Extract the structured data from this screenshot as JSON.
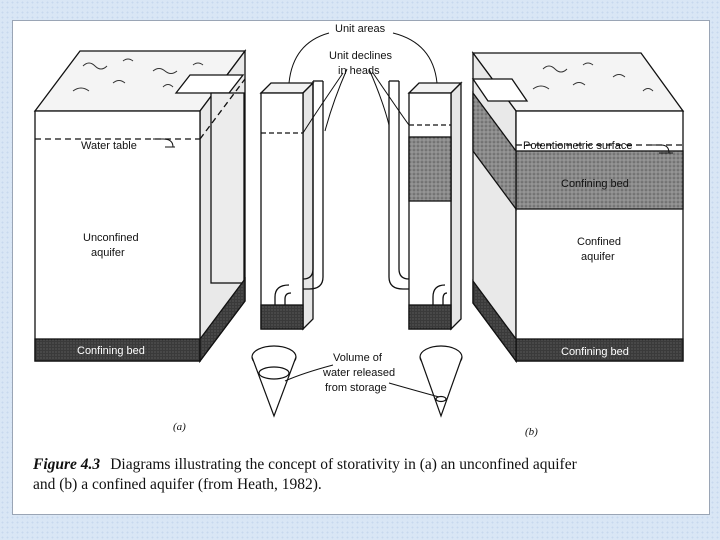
{
  "labels": {
    "unit_areas": "Unit areas",
    "unit_declines_1": "Unit declines",
    "unit_declines_2": "in heads",
    "water_table": "Water table",
    "unconfined_1": "Unconfined",
    "unconfined_2": "aquifer",
    "confining_bed_a": "Confining bed",
    "volume_1": "Volume of",
    "volume_2": "water released",
    "volume_3": "from storage",
    "potentiometric": "Potentiometric surface",
    "confining_bed_top": "Confining bed",
    "confined_1": "Confined",
    "confined_2": "aquifer",
    "confining_bed_b": "Confining bed",
    "panel_a": "(a)",
    "panel_b": "(b)"
  },
  "caption": {
    "figure_no": "Figure 4.3",
    "line1": "Diagrams illustrating the concept of storativity in (a) an unconfined aquifer",
    "line2": "and (b) a confined aquifer (from Heath, 1982)."
  },
  "colors": {
    "background": "#d9e6f5",
    "ink": "#111111",
    "dark_fill": "#3a3a3a",
    "mid_fill": "#6b6b6b"
  }
}
